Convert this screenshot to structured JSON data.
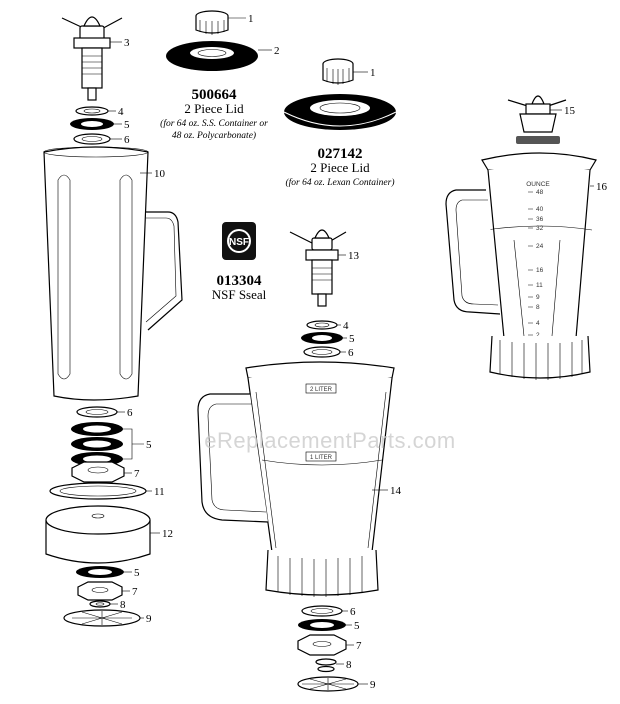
{
  "callouts": {
    "n1a": "1",
    "n2": "2",
    "n3": "3",
    "n4a": "4",
    "n5a": "5",
    "n6a": "6",
    "n10": "10",
    "n1b": "1",
    "n15": "15",
    "n16": "16",
    "n13": "13",
    "n4b": "4",
    "n5b": "5",
    "n6b": "6",
    "n6c": "6",
    "n5c": "5",
    "n7a": "7",
    "n11": "11",
    "n12": "12",
    "n5d": "5",
    "n7b": "7",
    "n8a": "8",
    "n9a": "9",
    "n14": "14",
    "n6d": "6",
    "n5e": "5",
    "n7c": "7",
    "n8b": "8",
    "n9b": "9"
  },
  "lid_500664": {
    "part_number": "500664",
    "title": "2 Piece Lid",
    "note_line1": "(for 64 oz. S.S. Container or",
    "note_line2": "48 oz. Polycarbonate)"
  },
  "lid_027142": {
    "part_number": "027142",
    "title": "2 Piece Lid",
    "note": "(for 64 oz. Lexan Container)"
  },
  "seal_013304": {
    "badge": "NSF",
    "part_number": "013304",
    "title": "NSF Sseal"
  },
  "lexan_container": {
    "unit": "OUNCE",
    "ticks": [
      "48",
      "40",
      "36",
      "32",
      "24",
      "16",
      "11",
      "9",
      "8",
      "4",
      "2"
    ]
  },
  "poly_container": {
    "mark_upper": "2 LITER",
    "mark_lower": "1 LITER"
  },
  "watermark": "eReplacementParts.com"
}
